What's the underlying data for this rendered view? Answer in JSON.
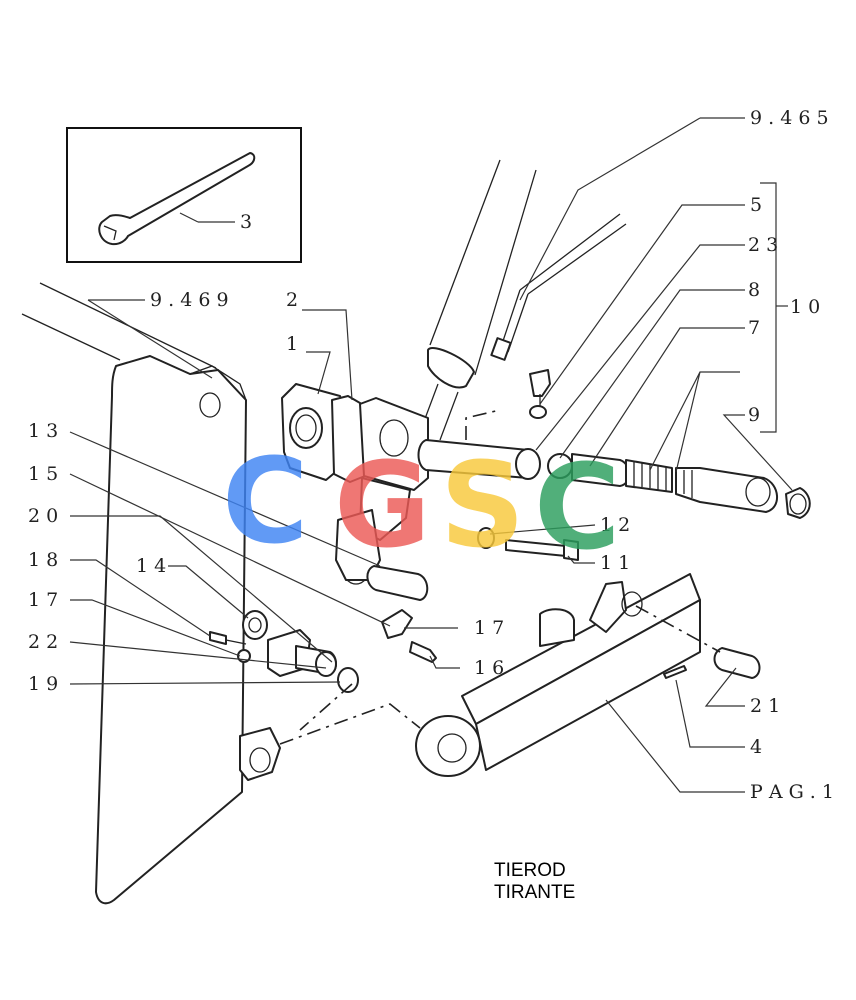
{
  "title_lines": [
    "TIEROD",
    "TIRANTE"
  ],
  "watermark": {
    "letters": [
      "C",
      "G",
      "S",
      "C"
    ],
    "colors": [
      "#3f84f4",
      "#ec5a56",
      "#f8c93b",
      "#2b9e5d"
    ]
  },
  "callouts": {
    "ref_9465": "9 . 4 6 5",
    "ref_9469": "9 . 4 6 9",
    "ref_pag1": "P A G . 1",
    "p1": "1",
    "p2": "2",
    "p3": "3",
    "p4": "4",
    "p5": "5",
    "p7": "7",
    "p8": "8",
    "p9": "9",
    "p10": "1 0",
    "p11": "1 1",
    "p12": "1 2",
    "p13": "1 3",
    "p14": "1 4",
    "p15": "1 5",
    "p16": "1 6",
    "p17a": "1 7",
    "p17b": "1 7",
    "p18": "1 8",
    "p19": "1 9",
    "p20": "2 0",
    "p21": "2 1",
    "p22": "2 2",
    "p23": "2 3"
  }
}
